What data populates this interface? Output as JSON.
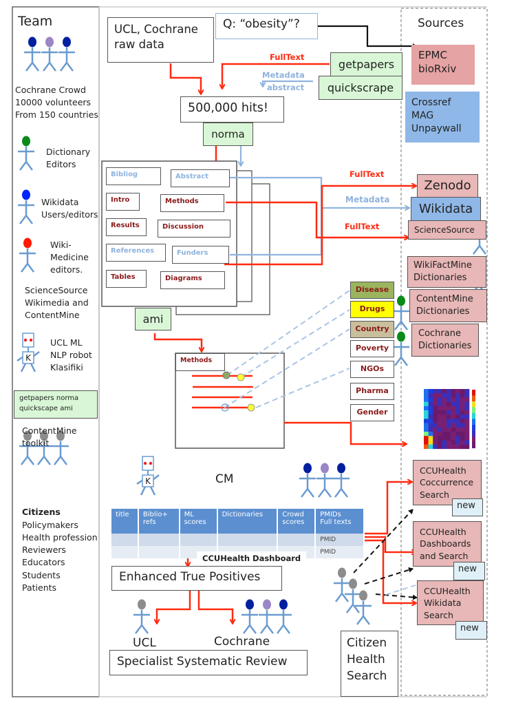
{
  "team": {
    "title": "Team",
    "crowd_text": "Cochrane Crowd\n10000 volunteers\nFrom 150 countries",
    "dictionary_editors": "Dictionary\nEditors",
    "wikidata_users": "Wikidata\nUsers/editors",
    "wikimedicine": "Wiki-\nMedicine\neditors.",
    "sciencesource": "ScienceSource\nWikimedia and\nContentMine",
    "robot": "UCL ML\nNLP robot\nKlasifiki",
    "robot_badge": "K",
    "tools_box": "getpapers norma\nquickscape ami",
    "toolkit": "ContentMine\ntoolkit",
    "citizens_heading": "Citizens",
    "citizens_list": "Policymakers\nHealth profession\nReviewers\nEducators\nStudents\nPatients"
  },
  "sources": {
    "title": "Sources",
    "epmc": "EPMC\nbioRxiv",
    "crossref": "Crossref\nMAG\nUnpaywall",
    "zenodo": "Zenodo",
    "wikidata": "Wikidata",
    "sciencesource": "ScienceSource",
    "wikifactmine": "WikiFactMine\nDictionaries",
    "contentmine_dict": "ContentMine\nDictionaries",
    "cochrane_dict": "Cochrane\nDictionaries",
    "ccu_cooccurrence": "CCUHealth\nCoccurrence\nSearch",
    "ccu_dashboards": "CCUHealth\nDashboards\nand Search",
    "ccu_wikidata": "CCUHealth\nWikidata\nSearch",
    "new_badge": "new"
  },
  "pipeline": {
    "raw_data": "UCL, Cochrane\nraw data",
    "query": "Q: “obesity”?",
    "getpapers": "getpapers",
    "quickscrape": "quickscrape",
    "fulltext_label": "FullText",
    "metadata_label": "Metadata",
    "abstract_label": "abstract",
    "hits": "500,000 hits!",
    "norma": "norma",
    "ami": "ami",
    "sections": {
      "bibliog": "Bibliog",
      "abstract": "Abstract",
      "intro": "Intro",
      "methods": "Methods",
      "results": "Results",
      "discussion": "Discussion",
      "references": "References",
      "funders": "Funders",
      "tables": "Tables",
      "diagrams": "Diagrams"
    },
    "out_fulltext_1": "FullText",
    "out_metadata": "Metadata",
    "out_fulltext_2": "FullText",
    "methods_detail": "Methods",
    "dictionaries": [
      "Disease",
      "Drugs",
      "Country",
      "Poverty",
      "NGOs",
      "Pharma",
      "Gender"
    ],
    "dictionary_colors": [
      "#9bb55f",
      "#ffff00",
      "#c9bf9c",
      "#ffffff",
      "#ffffff",
      "#ffffff",
      "#ffffff"
    ]
  },
  "cm": {
    "title": "CM",
    "robot_badge": "K",
    "table_headers": [
      "title",
      "Biblio+\nrefs",
      "ML\nscores",
      "Dictionaries",
      "Crowd\nscores",
      "PMIDs\nFull texts"
    ],
    "rows": [
      [
        "",
        "",
        "",
        "",
        "",
        "PMID"
      ],
      [
        "",
        "",
        "",
        "",
        "",
        "PMID"
      ]
    ],
    "dashboard_label": "CCUHealth Dashboard",
    "enhanced": "Enhanced True Positives",
    "ucl": "UCL",
    "cochrane": "Cochrane",
    "review": "Specialist Systematic Review",
    "citizen_search": "Citizen\nHealth\nSearch"
  },
  "colors": {
    "red": "#ff2a10",
    "light_blue": "#8fb3de",
    "person_blue": "#6a9bd0",
    "dark_blue_head": "#00209f",
    "purple_head": "#9a86c6",
    "green_head": "#0a8a1a",
    "red_head": "#ff1a00",
    "grey_head": "#8c8c8c"
  }
}
